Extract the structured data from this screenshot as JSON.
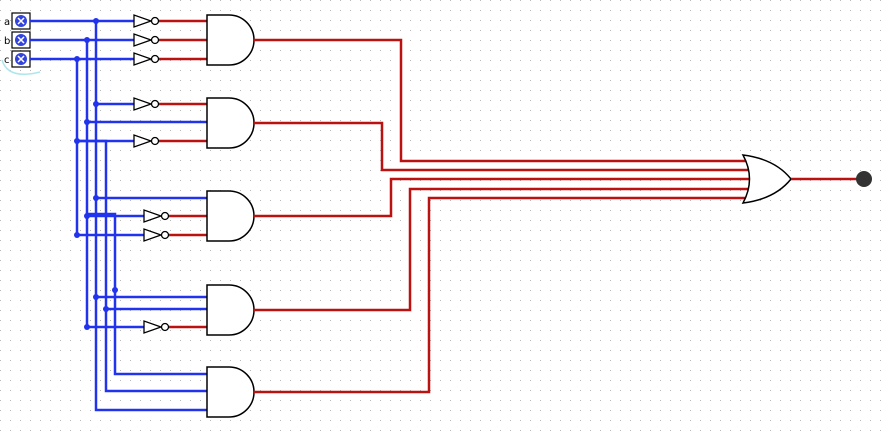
{
  "colors": {
    "wire_input": "#2233ee",
    "wire_output": "#bb1111",
    "gate_stroke": "#000000",
    "pin_fill": "#3344dd",
    "grid_dot": "#b8b8b8",
    "output_led": "#333333"
  },
  "inputs": [
    {
      "label": "a",
      "icon": "x-pin-icon"
    },
    {
      "label": "b",
      "icon": "x-pin-icon"
    },
    {
      "label": "c",
      "icon": "x-pin-icon"
    }
  ],
  "gates": {
    "and_count": 5,
    "or_count": 1,
    "not_count": 8
  }
}
